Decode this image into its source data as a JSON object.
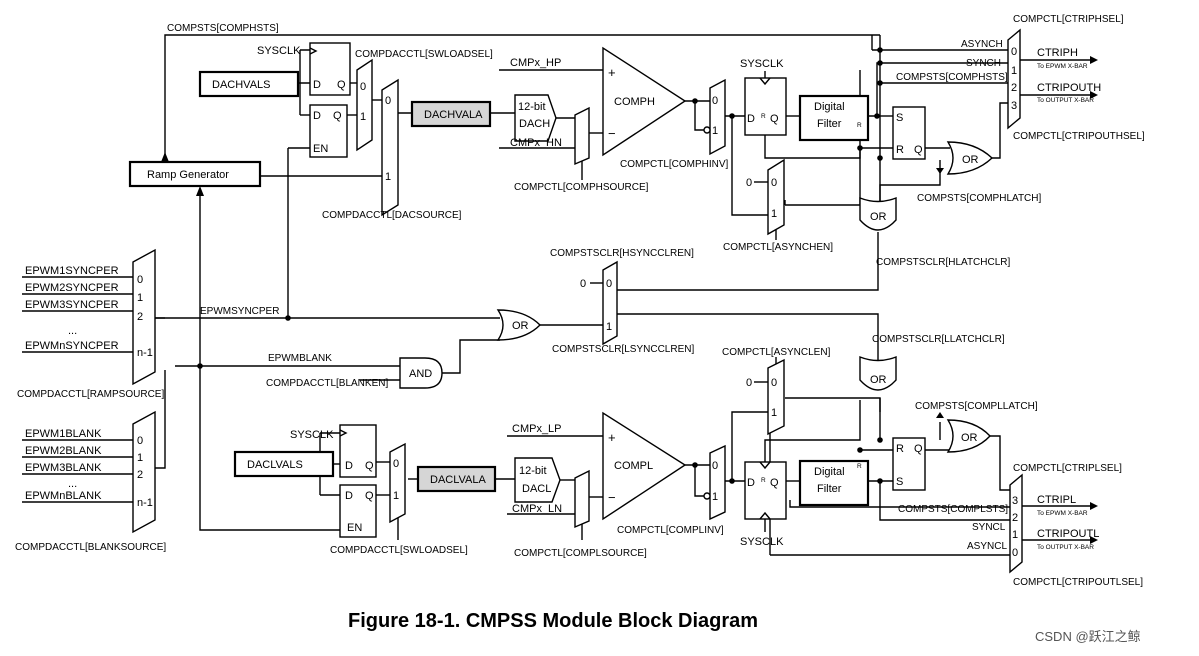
{
  "caption": "Figure 18-1. CMPSS Module Block Diagram",
  "watermark": "CSDN @跃江之鲸",
  "labels": {
    "compsts_comphsts": "COMPSTS[COMPHSTS]",
    "sysclk": "SYSCLK",
    "dachvals": "DACHVALS",
    "compdacctl_swloadsel": "COMPDACCTL[SWLOADSEL]",
    "dachvala": "DACHVALA",
    "bit12": "12-bit",
    "dach": "DACH",
    "cmpx_hp": "CMPx_HP",
    "cmpx_hn": "CMPx_HN",
    "comph": "COMPH",
    "compctl_comphsource": "COMPCTL[COMPHSOURCE]",
    "compctl_comphinv": "COMPCTL[COMPHINV]",
    "digital": "Digital",
    "filter": "Filter",
    "asynch": "ASYNCH",
    "synch": "SYNCH",
    "compctl_ctriphsel": "COMPCTL[CTRIPHSEL]",
    "ctriph": "CTRIPH",
    "to_epwm_xbar": "To EPWM X-BAR",
    "ctripouth": "CTRIPOUTH",
    "to_output_xbar": "To OUTPUT X-BAR",
    "compctl_ctripouthsel": "COMPCTL[CTRIPOUTHSEL]",
    "compsts_comphlatch": "COMPSTS[COMPHLATCH]",
    "compctl_asynchen": "COMPCTL[ASYNCHEN]",
    "compstsclr_hlatchclr": "COMPSTSCLR[HLATCHCLR]",
    "ramp_generator": "Ramp Generator",
    "compdacctl_dacsource": "COMPDACCTL[DACSOURCE]",
    "compstsclr_hsyncclren": "COMPSTSCLR[HSYNCCLREN]",
    "compstsclr_lsyncclren": "COMPSTSCLR[LSYNCCLREN]",
    "compstsclr_llatchclr": "COMPSTSCLR[LLATCHCLR]",
    "epwm1syncper": "EPWM1SYNCPER",
    "epwm2syncper": "EPWM2SYNCPER",
    "epwm3syncper": "EPWM3SYNCPER",
    "ellipsis": "...",
    "epwmnsyncper": "EPWMnSYNCPER",
    "epwmsyncper": "EPWMSYNCPER",
    "epwmblank": "EPWMBLANK",
    "compdacctl_blanken": "COMPDACCTL[BLANKEN]",
    "compdacctl_rampsource": "COMPDACCTL[RAMPSOURCE]",
    "epwm1blank": "EPWM1BLANK",
    "epwm2blank": "EPWM2BLANK",
    "epwm3blank": "EPWM3BLANK",
    "epwmnblank": "EPWMnBLANK",
    "compdacctl_blanksource": "COMPDACCTL[BLANKSOURCE]",
    "daclvals": "DACLVALS",
    "daclvala": "DACLVALA",
    "dacl": "DACL",
    "cmpx_lp": "CMPx_LP",
    "cmpx_ln": "CMPx_LN",
    "compl": "COMPL",
    "compctl_complsource": "COMPCTL[COMPLSOURCE]",
    "compctl_complinv": "COMPCTL[COMPLINV]",
    "compctl_asynclen": "COMPCTL[ASYNCLEN]",
    "compsts_compllatch": "COMPSTS[COMPLLATCH]",
    "compsts_complsts": "COMPSTS[COMPLSTS]",
    "compctl_ctriplsel": "COMPCTL[CTRIPLSEL]",
    "ctripl": "CTRIPL",
    "ctripoutl": "CTRIPOUTL",
    "syncl": "SYNCL",
    "asyncl": "ASYNCL",
    "compctl_ctripoutlsel": "COMPCTL[CTRIPOUTLSEL]",
    "or": "OR",
    "and": "AND",
    "d": "D",
    "q": "Q",
    "en": "EN",
    "s": "S",
    "r": "R",
    "plus": "+",
    "minus": "−",
    "n0": "0",
    "n1": "1",
    "n2": "2",
    "n3": "3",
    "nn1": "n-1",
    "zero_in": "0"
  }
}
